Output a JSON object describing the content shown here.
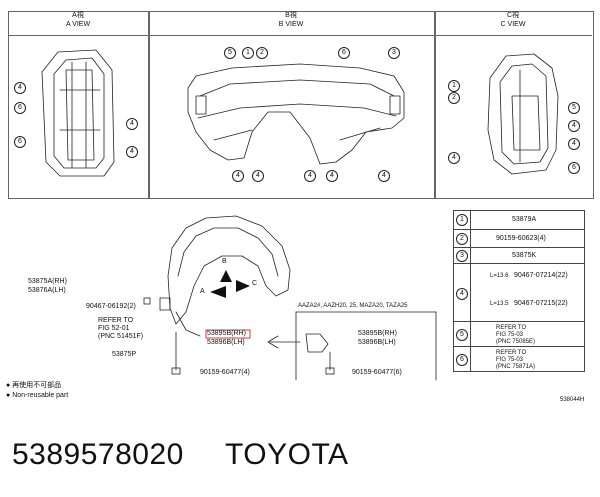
{
  "views": {
    "a": {
      "title_cn": "A視",
      "title_en": "A VIEW"
    },
    "b": {
      "title_cn": "B視",
      "title_en": "B VIEW"
    },
    "c": {
      "title_cn": "C視",
      "title_en": "C VIEW"
    }
  },
  "callouts": {
    "a": [
      "4",
      "6",
      "6",
      "4",
      "4"
    ],
    "b_top": [
      "5",
      "1",
      "2",
      "6",
      "3"
    ],
    "b_bottom": [
      "4",
      "4",
      "4",
      "4",
      "4"
    ],
    "c": [
      "1",
      "2",
      "4",
      "5",
      "4",
      "4",
      "6"
    ]
  },
  "main_labels": {
    "l1": "53875A(RH)",
    "l2": "53876A(LH)",
    "l3": "90467-06192(2)",
    "l4": "REFER TO",
    "l5": "FIG 52-01",
    "l6": "(PNC 51451F)",
    "l7": "53875P",
    "l8": "90159-60477(4)",
    "l9": "53895B(RH)",
    "l10": "53896B(LH)",
    "l11": "AAZA2#, AAZH20, 25, MAZA20, TAZA25",
    "l12": "53895B(RH)",
    "l13": "53896B(LH)",
    "l14": "90159-60477(6)",
    "arrowA": "A",
    "arrowB": "B",
    "arrowC": "C"
  },
  "legend_table": [
    {
      "no": "1",
      "text1": "53879A",
      "text2": ""
    },
    {
      "no": "2",
      "text1": "90159-60623(4)",
      "text2": ""
    },
    {
      "no": "3",
      "text1": "53875K",
      "text2": ""
    },
    {
      "no": "4",
      "text1": "90467-07214(22)",
      "text2": "90467-07215(22)",
      "dim1": "L=13.6",
      "dim2": "L=13.5"
    },
    {
      "no": "5",
      "text1": "REFER TO",
      "text2": "FIG 75-03",
      "text3": "(PNC 75085E)"
    },
    {
      "no": "6",
      "text1": "REFER TO",
      "text2": "FIG 75-03",
      "text3": "(PNC 75871A)"
    }
  ],
  "footer_notes": {
    "n1": "再使用不可部品",
    "n2": "Non-reusable part",
    "code": "538044H"
  },
  "title": {
    "part_no": "5389578020",
    "brand": "TOYOTA"
  },
  "colors": {
    "line": "#222222",
    "hl_box": "#d23b3b"
  }
}
